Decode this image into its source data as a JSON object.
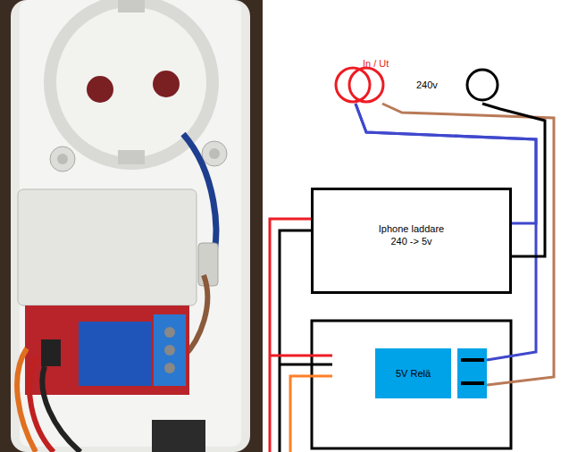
{
  "diagram": {
    "nodes": [
      {
        "text": [
          "In / Ut"
        ]
      },
      {
        "text": [
          "240v"
        ]
      },
      {
        "text": [
          "Iphone laddare",
          "240 -> 5v"
        ]
      },
      {
        "text": [
          "5V Relä"
        ]
      }
    ],
    "edges": [
      {
        "from": 0,
        "to": 2,
        "arrow": "none"
      },
      {
        "from": 0,
        "to": 3,
        "arrow": "none"
      },
      {
        "from": 0,
        "to": 3,
        "arrow": "none"
      },
      {
        "from": 1,
        "to": 2,
        "arrow": "none"
      }
    ]
  }
}
